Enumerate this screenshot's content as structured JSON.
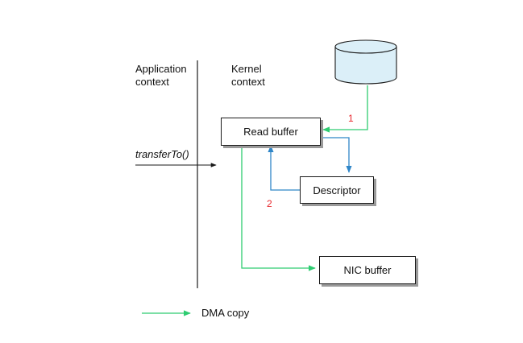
{
  "labels": {
    "application_context": [
      "Application",
      "context"
    ],
    "kernel_context": [
      "Kernel",
      "context"
    ],
    "method_call": "transferTo()"
  },
  "boxes": {
    "read_buffer": "Read buffer",
    "descriptor": "Descriptor",
    "nic_buffer": "NIC buffer"
  },
  "steps": [
    "1",
    "2"
  ],
  "legend": {
    "label": "DMA copy"
  },
  "colors": {
    "dma_arrow": "#2ecc71",
    "descriptor_arrow": "#2f86c8",
    "step_number": "#e8282d",
    "disk_fill": "#dbeff8",
    "line": "#1a1a1a"
  }
}
